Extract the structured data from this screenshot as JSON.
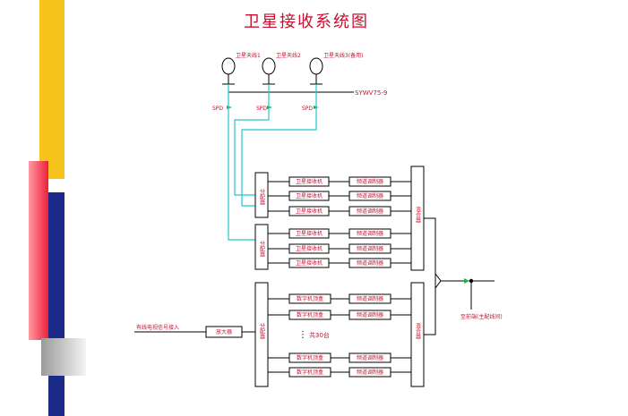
{
  "title": "卫星接收系统图",
  "dishes": [
    "卫星天线1",
    "卫星天线2",
    "卫星天线3(备用)"
  ],
  "cable_label": "SYWV75-9",
  "spd_label": "SPD",
  "splitter_label": "分配器",
  "receiver_label": "卫星接收机",
  "modulator_label": "频道调制器",
  "digital_receiver_label": "数字机顶盒",
  "mixer_label": "混合器",
  "count_label": "共30台",
  "ellipsis": "⋮",
  "cable_input_label": "有线电视信号接入",
  "amplifier_label": "放大器",
  "output_label": "至前端(主配线间)",
  "colors": {
    "title": "#c8102e",
    "cyan": "#23c7c9",
    "green": "#22b04a"
  }
}
